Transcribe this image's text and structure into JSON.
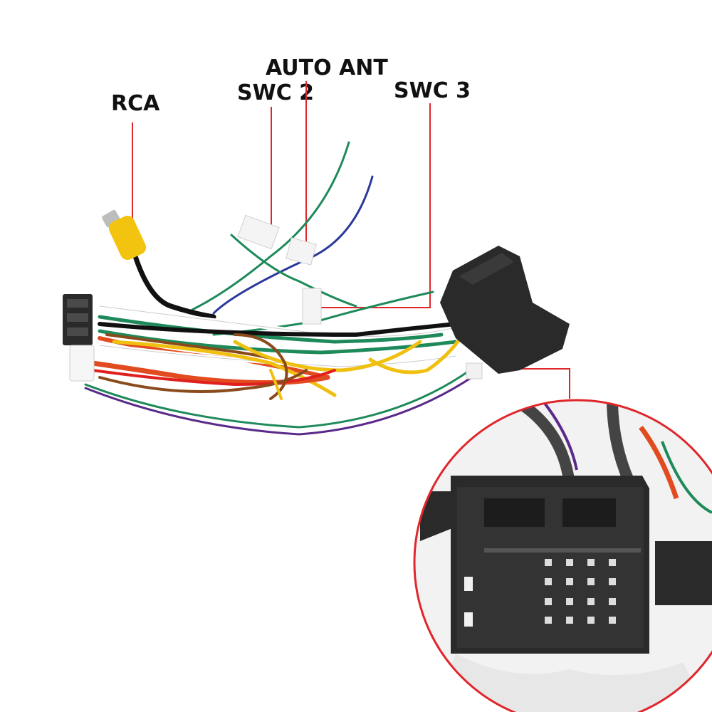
{
  "callouts": {
    "rca": "RCA",
    "swc2": "SWC 2",
    "auto_ant": "AUTO ANT",
    "swc3": "SWC 3"
  },
  "colors": {
    "callout_line": "#e0262b",
    "zoom_ring": "#e0262b",
    "connector": "#2a2a2a",
    "rca_plug": "#f2c40f"
  },
  "wire_colors": [
    "#1e8a5a",
    "#2b3a9a",
    "#111111",
    "#ffffff",
    "#e24a1f",
    "#f0c010",
    "#8a4a1c",
    "#e01f1f",
    "#5a2a8a"
  ]
}
